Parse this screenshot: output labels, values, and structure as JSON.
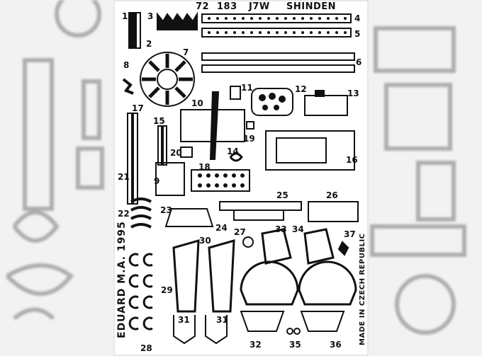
{
  "header": {
    "kit_number": "72",
    "set_number": "183",
    "model": "J7W",
    "name": "SHINDEN"
  },
  "part_numbers": [
    "1",
    "2",
    "3",
    "4",
    "5",
    "6",
    "7",
    "8",
    "9",
    "10",
    "11",
    "12",
    "13",
    "14",
    "15",
    "16",
    "17",
    "18",
    "19",
    "20",
    "21",
    "22",
    "23",
    "24",
    "25",
    "26",
    "27",
    "28",
    "29",
    "30",
    "31",
    "31",
    "32",
    "33",
    "34",
    "35",
    "36",
    "37"
  ],
  "side_text": {
    "maker": "EDUARD  M.A. 1995",
    "origin": "MADE IN CZECH REPUBLIC"
  },
  "colors": {
    "fret": "#ffffff",
    "ink": "#111111",
    "background": "#f2f2f2"
  }
}
